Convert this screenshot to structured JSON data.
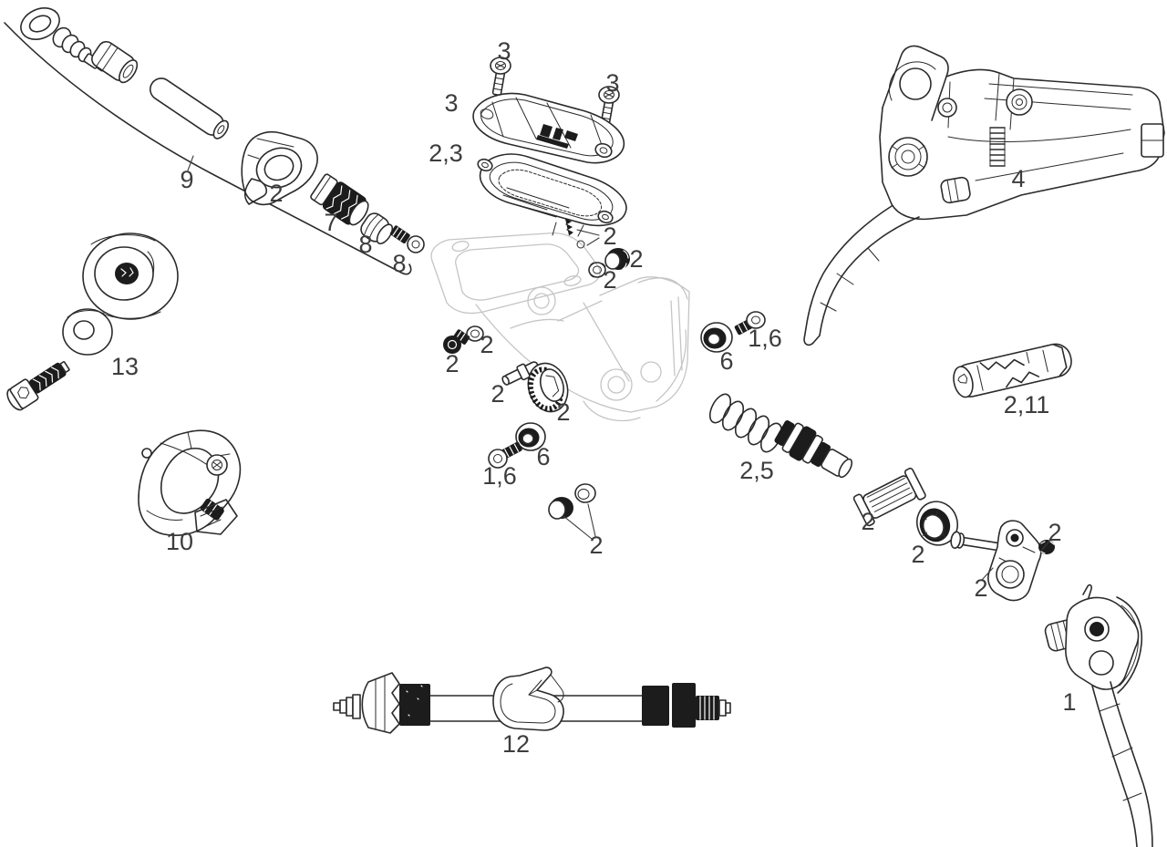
{
  "diagram": {
    "type": "exploded-parts-diagram",
    "subject": "hydraulic disc brake lever assembly service parts",
    "background_color": "#ffffff",
    "line_color": "#2b2b2b",
    "ghost_line_color": "#c5c5c5",
    "label_color": "#3d3d3d",
    "callouts": [
      {
        "id": "hose-routing",
        "text": "9"
      },
      {
        "id": "hose-cover",
        "text": "2"
      },
      {
        "id": "compression-nut",
        "text": "7"
      },
      {
        "id": "compression-fitting",
        "text": "8"
      },
      {
        "id": "hose-barb",
        "text": "8"
      },
      {
        "id": "cover-screw-left",
        "text": "3"
      },
      {
        "id": "cover-screw-right",
        "text": "3"
      },
      {
        "id": "reservoir-cover",
        "text": "3"
      },
      {
        "id": "reservoir-gasket",
        "text": "2,3"
      },
      {
        "id": "bladder-screw",
        "text": "2"
      },
      {
        "id": "port-plug",
        "text": "2"
      },
      {
        "id": "port-nut",
        "text": "2"
      },
      {
        "id": "bleed-washer",
        "text": "2"
      },
      {
        "id": "bleed-screw",
        "text": "2"
      },
      {
        "id": "pivot-pin",
        "text": "2"
      },
      {
        "id": "adjuster-wheel",
        "text": "2"
      },
      {
        "id": "bearing-left",
        "text": "6"
      },
      {
        "id": "pivot-screw-left",
        "text": "1,6"
      },
      {
        "id": "bushings",
        "text": "2"
      },
      {
        "id": "bearing-right",
        "text": "6"
      },
      {
        "id": "pivot-screw-right",
        "text": "1,6"
      },
      {
        "id": "piston-spring",
        "text": "2,5"
      },
      {
        "id": "cam-tube",
        "text": "2,11"
      },
      {
        "id": "lever-body",
        "text": "4"
      },
      {
        "id": "spline-cylinder",
        "text": "2"
      },
      {
        "id": "needle-bearing",
        "text": "2"
      },
      {
        "id": "pushrod-link",
        "text": "2"
      },
      {
        "id": "link-nut",
        "text": "2"
      },
      {
        "id": "lever-blade",
        "text": "1"
      },
      {
        "id": "bar-clamp",
        "text": "10"
      },
      {
        "id": "clamp-spacer",
        "text": "13"
      },
      {
        "id": "hose-kit",
        "text": "12"
      }
    ]
  }
}
